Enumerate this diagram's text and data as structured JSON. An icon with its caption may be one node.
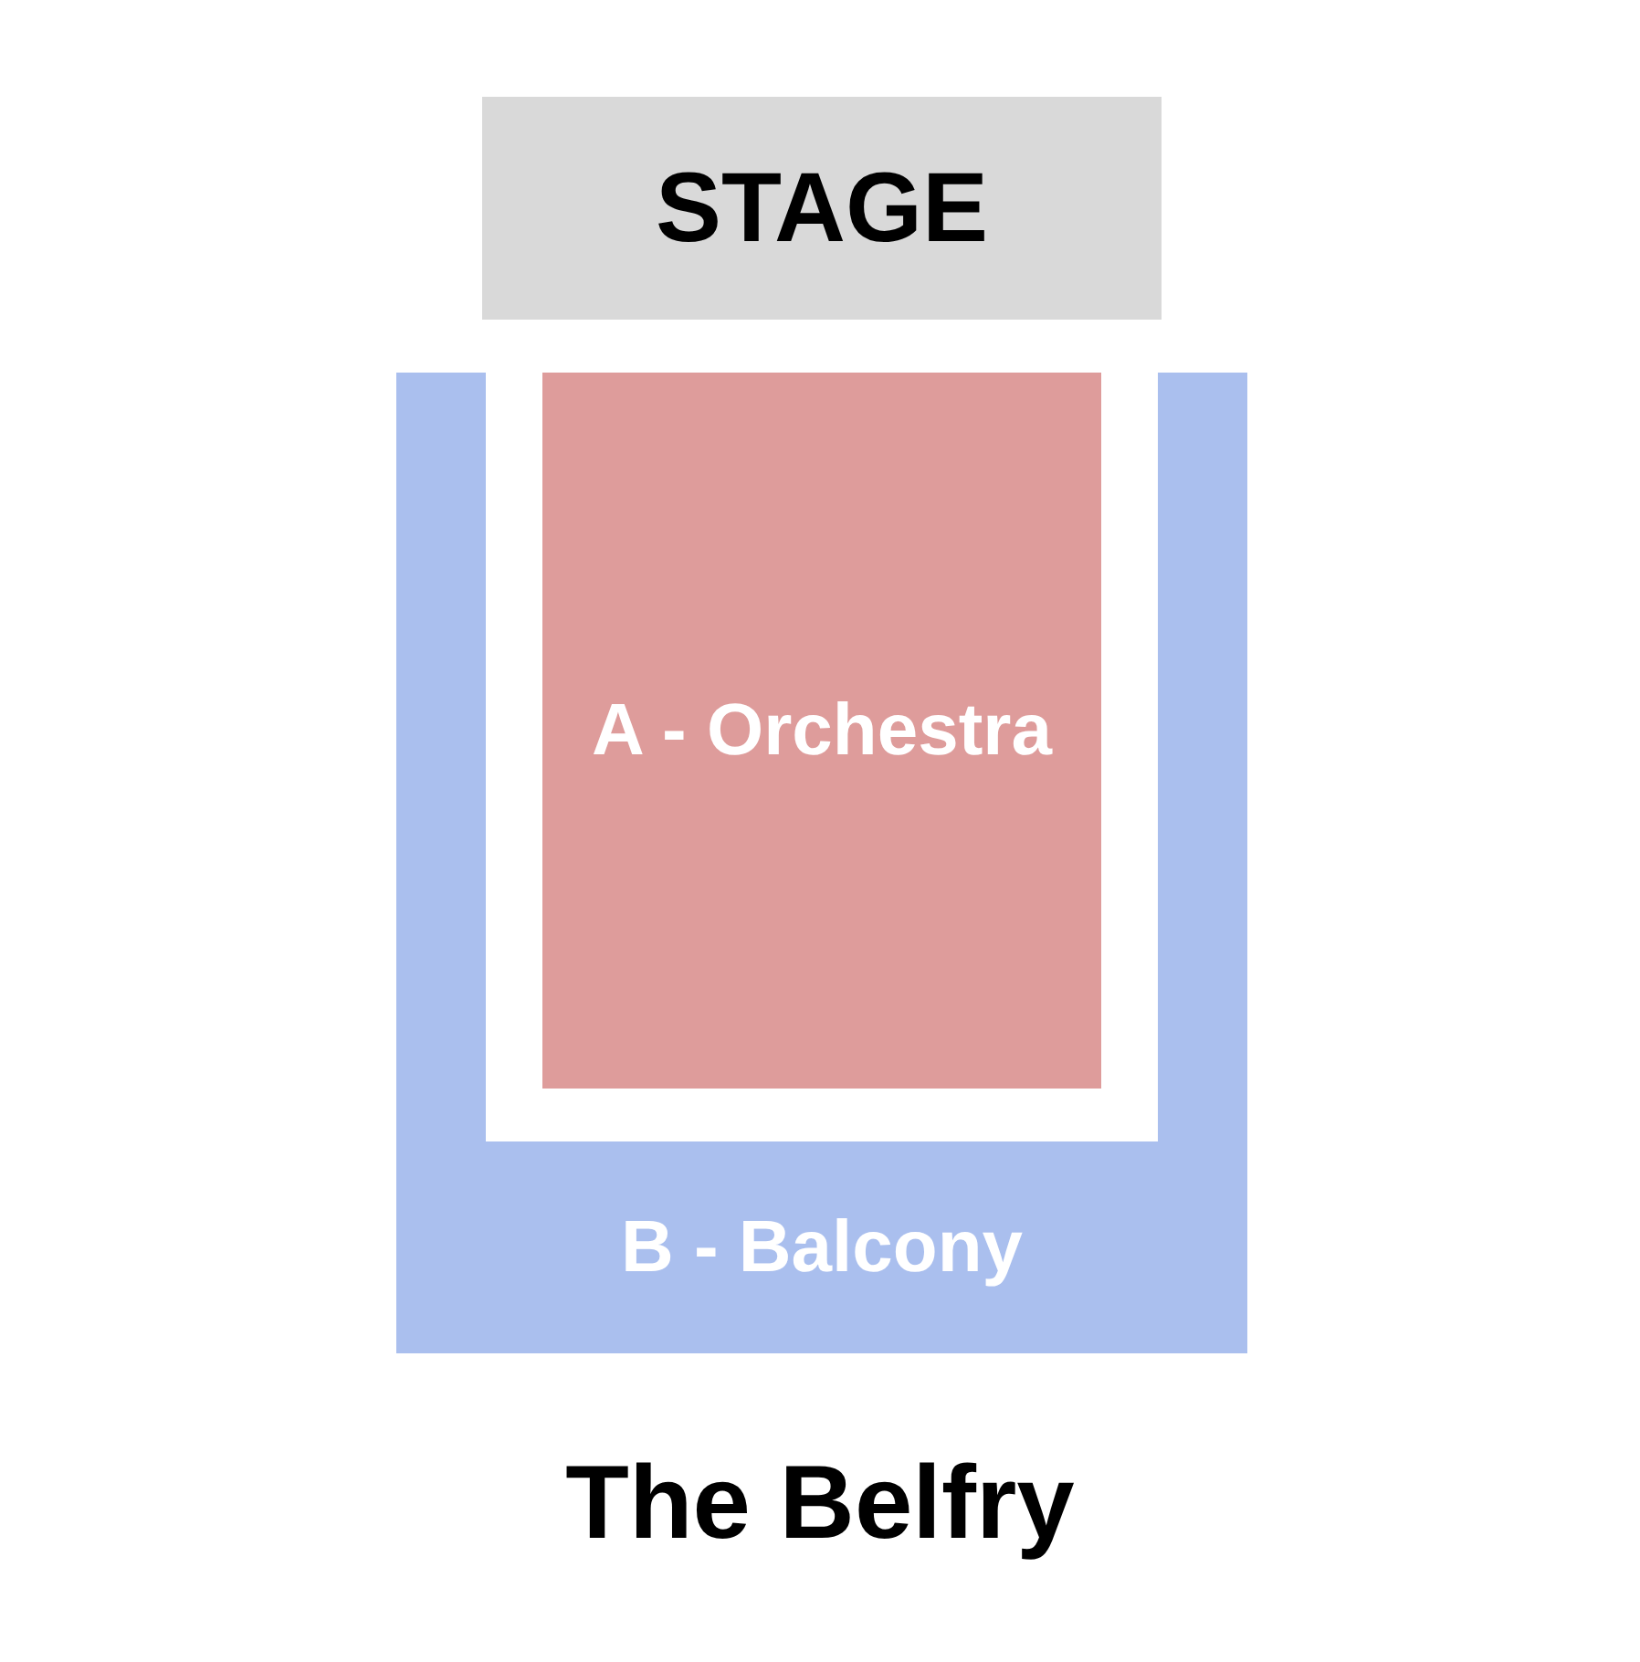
{
  "diagram": {
    "title": "The Belfry",
    "nodes": [
      {
        "text": [
          "STAGE"
        ]
      },
      {
        "text": [
          "A - Orchestra"
        ]
      },
      {
        "text": [
          "B - Balcony"
        ]
      }
    ]
  }
}
